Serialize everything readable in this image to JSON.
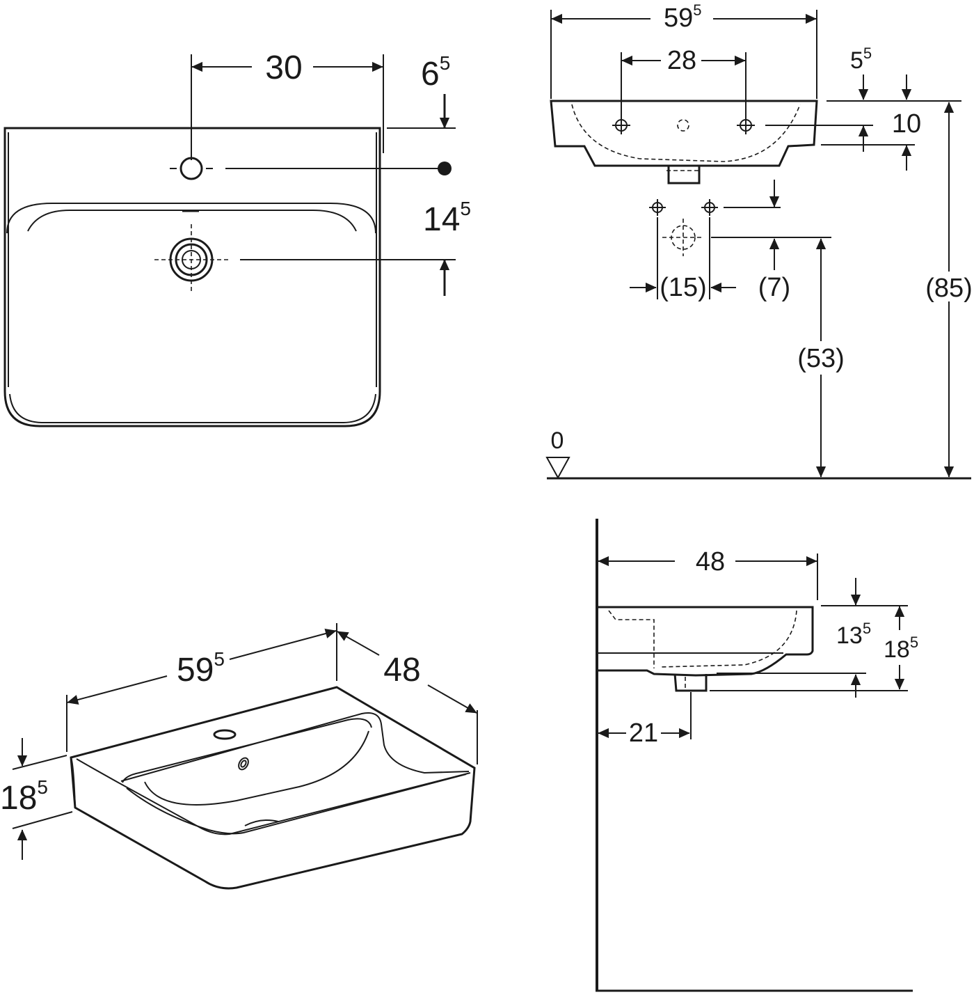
{
  "top_view": {
    "dim_tap_offset": "30",
    "dim_top_edge_main": "6",
    "dim_top_edge_sup": "5",
    "dim_tap_to_drain_main": "14",
    "dim_tap_to_drain_sup": "5"
  },
  "front_view": {
    "dim_width_main": "59",
    "dim_width_sup": "5",
    "dim_fixing_spacing": "28",
    "dim_top_offset_main": "5",
    "dim_top_offset_sup": "5",
    "dim_rim_height": "10",
    "dim_supply_spacing": "(15)",
    "dim_supply_to_drain": "(7)",
    "dim_drain_height": "(53)",
    "dim_rim_floor_height": "(85)",
    "floor_level": "0"
  },
  "iso_view": {
    "dim_width_main": "59",
    "dim_width_sup": "5",
    "dim_depth": "48",
    "dim_height_main": "18",
    "dim_height_sup": "5"
  },
  "side_view": {
    "dim_depth": "48",
    "dim_inner_height_main": "13",
    "dim_inner_height_sup": "5",
    "dim_total_height_main": "18",
    "dim_total_height_sup": "5",
    "dim_drain_from_wall": "21"
  }
}
